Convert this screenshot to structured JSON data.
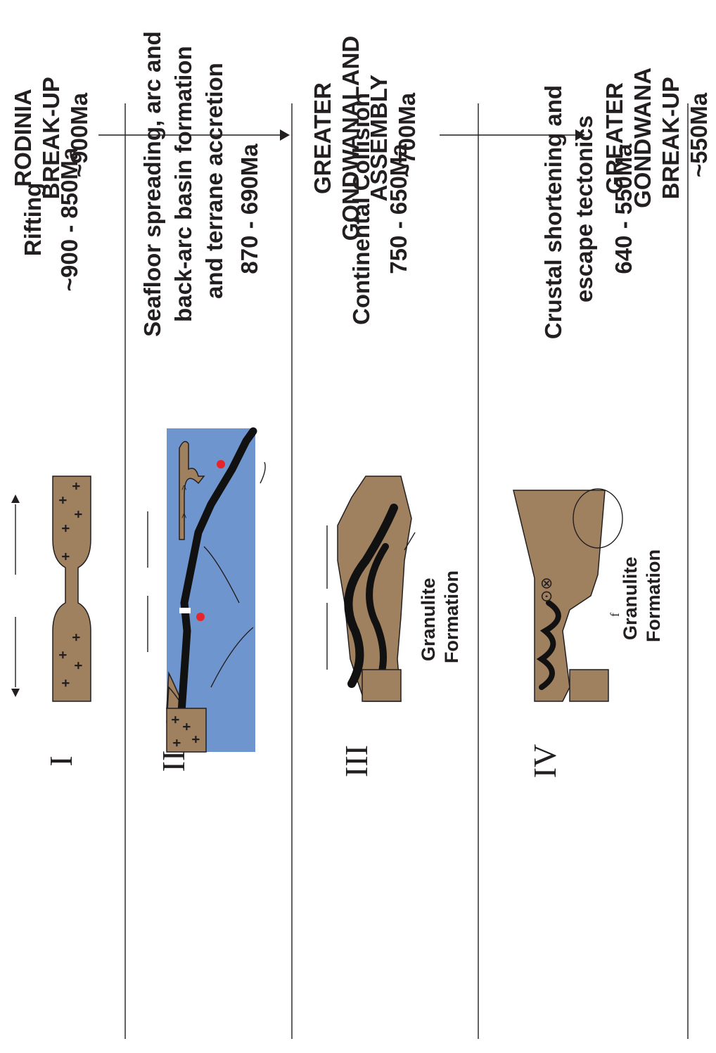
{
  "colors": {
    "crust": "#9f805f",
    "ocean": "#6f95cf",
    "slab": "#111111",
    "magma": "#e8242b",
    "ink": "#231f20"
  },
  "timeline": {
    "rodinia": [
      "RODINIA",
      "BREAK-UP",
      "~900Ma"
    ],
    "assembly": [
      "GREATER",
      "GONDWANALAND",
      "ASSEMBLY",
      "~700Ma"
    ],
    "breakup": [
      "GREATER",
      "GONDWANA",
      "BREAK-UP",
      "~550Ma"
    ]
  },
  "stages": [
    {
      "numeral": "I",
      "title_lines": [
        "Rifting"
      ],
      "age": "~900 - 850Ma"
    },
    {
      "numeral": "II",
      "title_lines": [
        "Seafloor spreading, arc and",
        "back-arc basin formation",
        "and terrane accretion"
      ],
      "age": "870 - 690Ma"
    },
    {
      "numeral": "III",
      "title_lines": [
        "Continental Collision"
      ],
      "age": "750 - 650Ma"
    },
    {
      "numeral": "IV",
      "title_lines": [
        "Crustal shortening and",
        "escape tectonics"
      ],
      "age": "640 - 550Ma"
    }
  ],
  "annotations": {
    "granulite_line1": "Granulite",
    "granulite_line2": "Formation",
    "fault_symbol": "f",
    "motion_symbols": "⊙⊗"
  },
  "icons": {
    "continental_crust": "crust-block-with-plus-signs",
    "volcanic_arc": "chevron-v-pattern",
    "magma_source": "red-starburst-icon",
    "subducting_slab": "black-slab",
    "ocean": "blue-ocean-fill"
  }
}
